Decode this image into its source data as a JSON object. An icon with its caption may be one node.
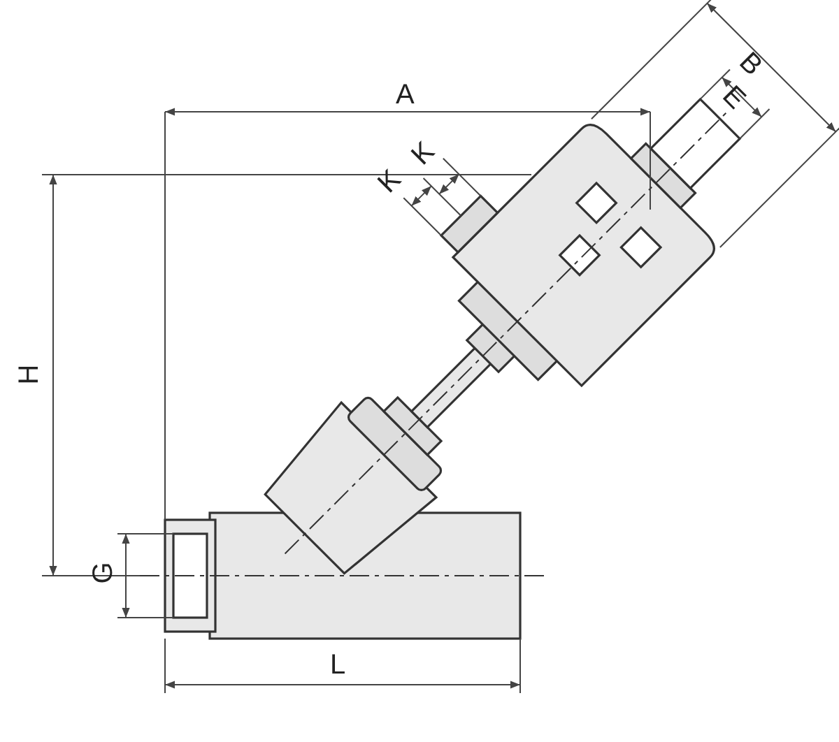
{
  "diagram": {
    "labels": [
      "A",
      "B",
      "E",
      "K",
      "K",
      "H",
      "G",
      "L"
    ]
  }
}
